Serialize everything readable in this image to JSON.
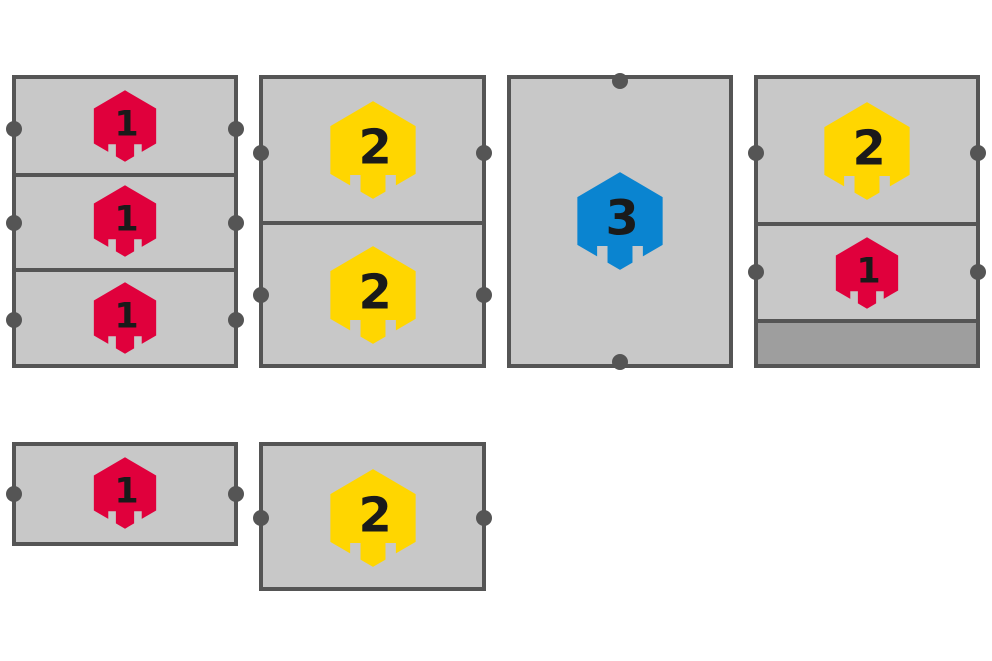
{
  "colors": {
    "frame": "#555555",
    "panel": "#c8c8c8",
    "empty_slot": "#9e9e9e",
    "number": "#1a1a1a"
  },
  "badge_colors": {
    "1": "#e0003c",
    "2": "#ffd600",
    "3": "#0a84d0"
  },
  "icon": "hexagon-badge-icon",
  "boxes": [
    {
      "slots": [
        {
          "value": "1"
        },
        {
          "value": "1"
        },
        {
          "value": "1"
        }
      ]
    },
    {
      "slots": [
        {
          "value": "2"
        },
        {
          "value": "2"
        }
      ]
    },
    {
      "slots": [
        {
          "value": "3"
        }
      ]
    },
    {
      "slots": [
        {
          "value": "2"
        },
        {
          "value": "1"
        },
        {
          "value": ""
        }
      ]
    },
    {
      "slots": [
        {
          "value": "1"
        }
      ]
    },
    {
      "slots": [
        {
          "value": "2"
        }
      ]
    }
  ]
}
